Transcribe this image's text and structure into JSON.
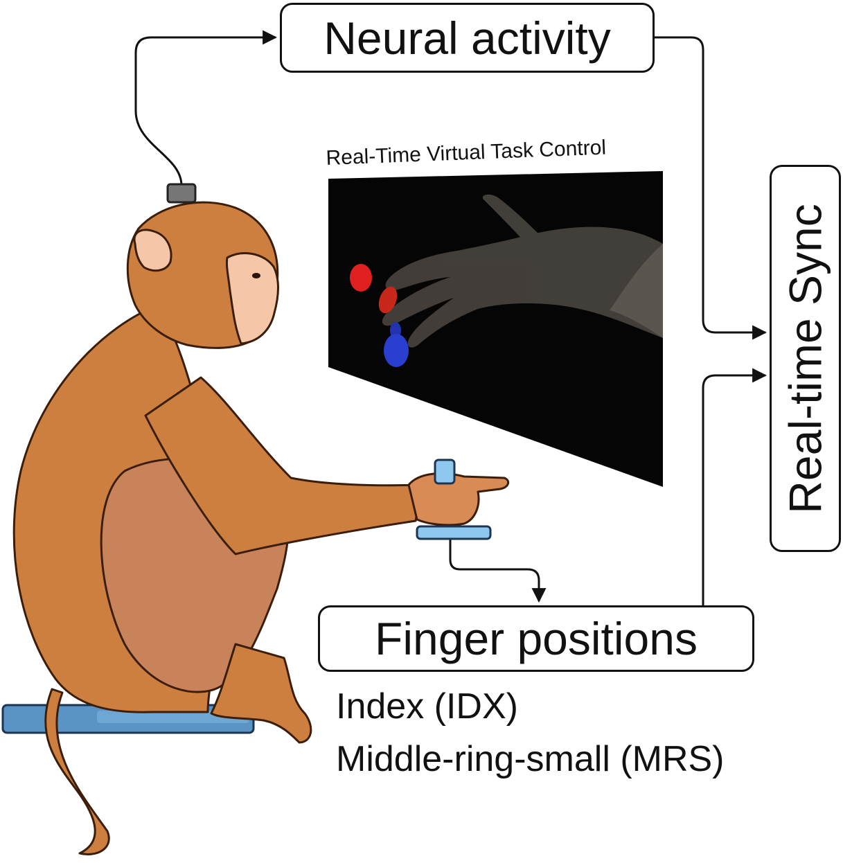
{
  "boxes": {
    "neural_activity": "Neural activity",
    "finger_positions": "Finger positions",
    "real_time_sync": "Real-time Sync"
  },
  "screen": {
    "title": "Real-Time Virtual Task Control"
  },
  "finger_groups": [
    "Index (IDX)",
    "Middle-ring-small (MRS)"
  ],
  "colors": {
    "line": "#111111",
    "monkey_fur": "#cd7f3f",
    "monkey_skin": "#f5c7a8",
    "screen_bg": "#050505",
    "virtual_hand": "#4a4540",
    "target_red": "#e02020",
    "target_blue": "#2a3fd0",
    "perch_blue": "#5a94c4",
    "manipulandum_blue": "#8ec8ee"
  },
  "icons": {
    "implant": "head-implant-connector",
    "manipulandum": "finger-manipulandum"
  }
}
